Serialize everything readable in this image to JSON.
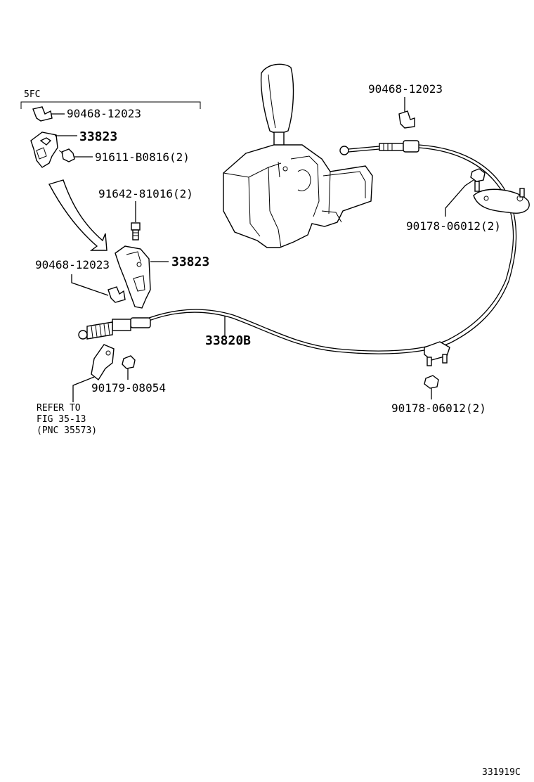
{
  "diagram": {
    "group_label": "5FC",
    "illustration_code": "331919C",
    "labels": {
      "clip_upper_left": "90468-12023",
      "bracket_upper_left": "33823",
      "bolt_upper_left": "91611-B0816(2)",
      "bolt_middle": "91642-81016(2)",
      "clip_middle_left": "90468-12023",
      "bracket_middle": "33823",
      "cable": "33820B",
      "nut_lower": "90179-08054",
      "clip_upper_right": "90468-12023",
      "nut_right_upper": "90178-06012(2)",
      "nut_right_lower": "90178-06012(2)",
      "refer_line1": "REFER TO",
      "refer_line2": "FIG 35-13",
      "refer_line3": "(PNC 35573)"
    }
  }
}
